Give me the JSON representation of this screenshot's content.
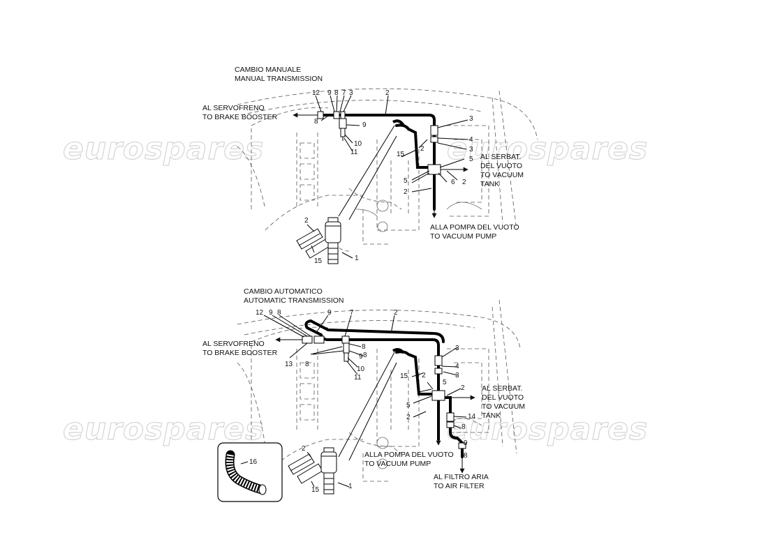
{
  "watermark": {
    "text": "eurospares",
    "color": "#d4d4d4"
  },
  "manual": {
    "title": [
      "CAMBIO MANUALE",
      "MANUAL TRANSMISSION"
    ],
    "booster": [
      "AL SERVOFRENO",
      "TO BRAKE BOOSTER"
    ],
    "tank": [
      "AL SERBAT.",
      "DEL VUOTO",
      "TO VACUUM",
      "TANK"
    ],
    "pump": [
      "ALLA POMPA DEL VUOTO",
      "TO VACUUM PUMP"
    ],
    "numbers": [
      "12",
      "9",
      "8",
      "7",
      "3",
      "2",
      "8",
      "9",
      "10",
      "11",
      "3",
      "4",
      "3",
      "5",
      "15",
      "2",
      "5",
      "6",
      "2",
      "2",
      "2",
      "15",
      "1"
    ]
  },
  "automatic": {
    "title": [
      "CAMBIO AUTOMATICO",
      "AUTOMATIC TRANSMISSION"
    ],
    "booster": [
      "AL SERVOFRENO",
      "TO BRAKE BOOSTER"
    ],
    "tank": [
      "AL SERBAT.",
      "DEL VUOTO",
      "TO VACUUM",
      "TANK"
    ],
    "pump": [
      "ALLA POMPA DEL VUOTO",
      "TO VACUUM PUMP"
    ],
    "filter": [
      "AL FILTRO ARIA",
      "TO AIR FILTER"
    ],
    "numbers": [
      "12",
      "9",
      "8",
      "9",
      "7",
      "2",
      "8",
      "13",
      "8",
      "8",
      "9",
      "10",
      "11",
      "3",
      "4",
      "3",
      "15",
      "2",
      "5",
      "2",
      "5",
      "2",
      "14",
      "8",
      "9",
      "8",
      "16",
      "2",
      "15",
      "1"
    ]
  }
}
